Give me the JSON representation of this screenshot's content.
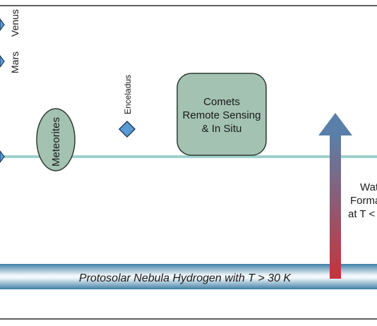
{
  "labels": {
    "venus": "Venus",
    "mars": "Mars",
    "enceladus": "Enceladus",
    "meteorites": "Meteorites",
    "comets_line1": "Comets",
    "comets_line2": "Remote Sensing",
    "comets_line3": "& In Situ",
    "nebula": "Protosolar Nebula Hydrogen with T > 30 K",
    "water_line1": "Wat",
    "water_line2": "Forma",
    "water_line3": "at T <"
  },
  "colors": {
    "frame": "#2b2b2b",
    "reference_line": "#9fd0cc",
    "node_fill": "#a3c2b2",
    "node_stroke": "#2e3a32",
    "marker_fill": "#5b9bd5",
    "marker_stroke": "#1f3f5f",
    "arrow_top": "#5a7fa8",
    "arrow_bottom": "#c8323a",
    "band_edge": "#3f7fa6",
    "band_center": "#f2f7fa"
  }
}
